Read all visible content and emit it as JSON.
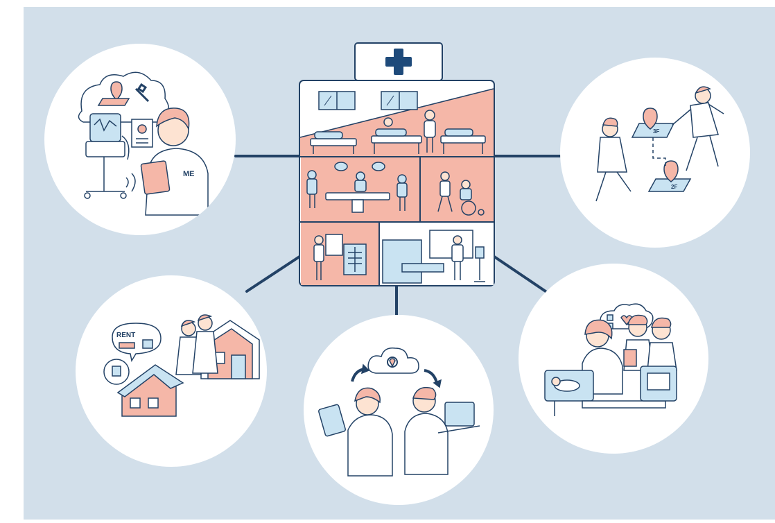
{
  "colors": {
    "background": "#d2dfea",
    "panel": "#ffffff",
    "navy": "#1e4a7a",
    "salmon": "#f5b7a8",
    "light_blue": "#c9e3f2",
    "line": "#234266",
    "skin": "#fde3d2"
  },
  "hospital": {
    "sign_icon": "cross-icon"
  },
  "scenes": {
    "device_management": {
      "badge": "ME"
    },
    "home_rental": {
      "speech_label": "RENT"
    },
    "location_tracking": {
      "floor_upper": "3F",
      "floor_lower": "2F"
    },
    "cloud_sharing": {
      "center_icon": "cloud-location-icon"
    },
    "patient_monitoring": {
      "icon": "checklist-icon"
    }
  }
}
